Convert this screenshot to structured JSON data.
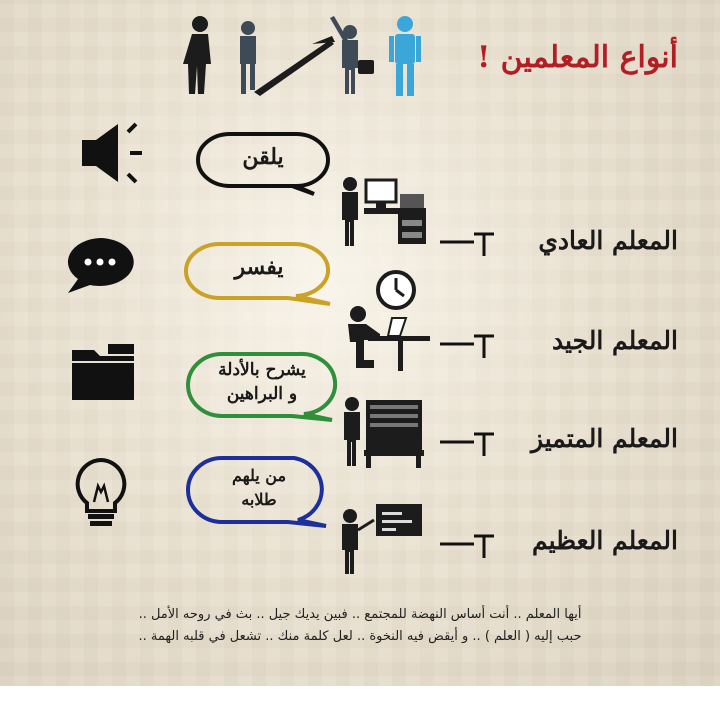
{
  "title": "أنواع المعلمين !",
  "rows": [
    {
      "label": "المعلم العادي",
      "bubble": "يلقن",
      "icon": "megaphone-icon"
    },
    {
      "label": "المعلم الجيد",
      "bubble": "يفسر",
      "icon": "chat-bubble-icon"
    },
    {
      "label": "المعلم المتميز",
      "bubble_line1": "يشرح بالأدلة",
      "bubble_line2": "و البراهين",
      "icon": "folder-icon"
    },
    {
      "label": "المعلم العظيم",
      "bubble_line1": "من يلهم",
      "bubble_line2": "طلابه",
      "icon": "lightbulb-icon"
    }
  ],
  "bubble_colors": [
    "#111111",
    "#c9a227",
    "#2f8f3a",
    "#1c2f9a"
  ],
  "figure_colors": {
    "dark": "#1c1c1c",
    "blue": "#3aa7d8",
    "gray": "#3e4a55"
  },
  "footer": {
    "line1": "أيها المعلم .. أنت أساس النهضة للمجتمع .. فبين يديك جيل .. بث في روحه الأمل ..",
    "line2": "حبب إليه ( العلم ) .. و أيقض فيه النخوة .. لعل كلمة منك .. تشعل في قلبه الهمة .."
  }
}
